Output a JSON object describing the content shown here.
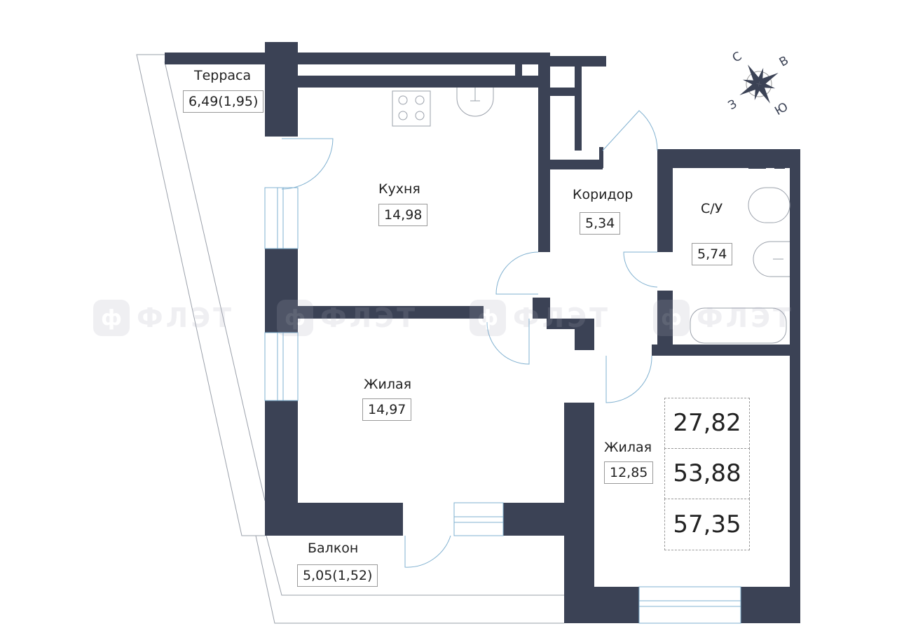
{
  "rooms": {
    "terrace": {
      "name": "Терраса",
      "area": "6,49(1,95)"
    },
    "kitchen": {
      "name": "Кухня",
      "area": "14,98"
    },
    "corridor": {
      "name": "Коридор",
      "area": "5,34"
    },
    "bathroom": {
      "name": "С/У",
      "area": "5,74"
    },
    "living1": {
      "name": "Жилая",
      "area": "14,97"
    },
    "living2": {
      "name": "Жилая",
      "area": "12,85"
    },
    "balcony": {
      "name": "Балкон",
      "area": "5,05(1,52)"
    }
  },
  "totals": {
    "living": "27,82",
    "total": "53,88",
    "total_with_outdoor": "57,35"
  },
  "compass": {
    "n": "С",
    "e": "В",
    "s": "Ю",
    "w": "З"
  },
  "watermark": {
    "logo": "ф",
    "text": "ФЛЭТ"
  },
  "colors": {
    "wall": "#3b4255",
    "door": "#7fb0d0"
  }
}
